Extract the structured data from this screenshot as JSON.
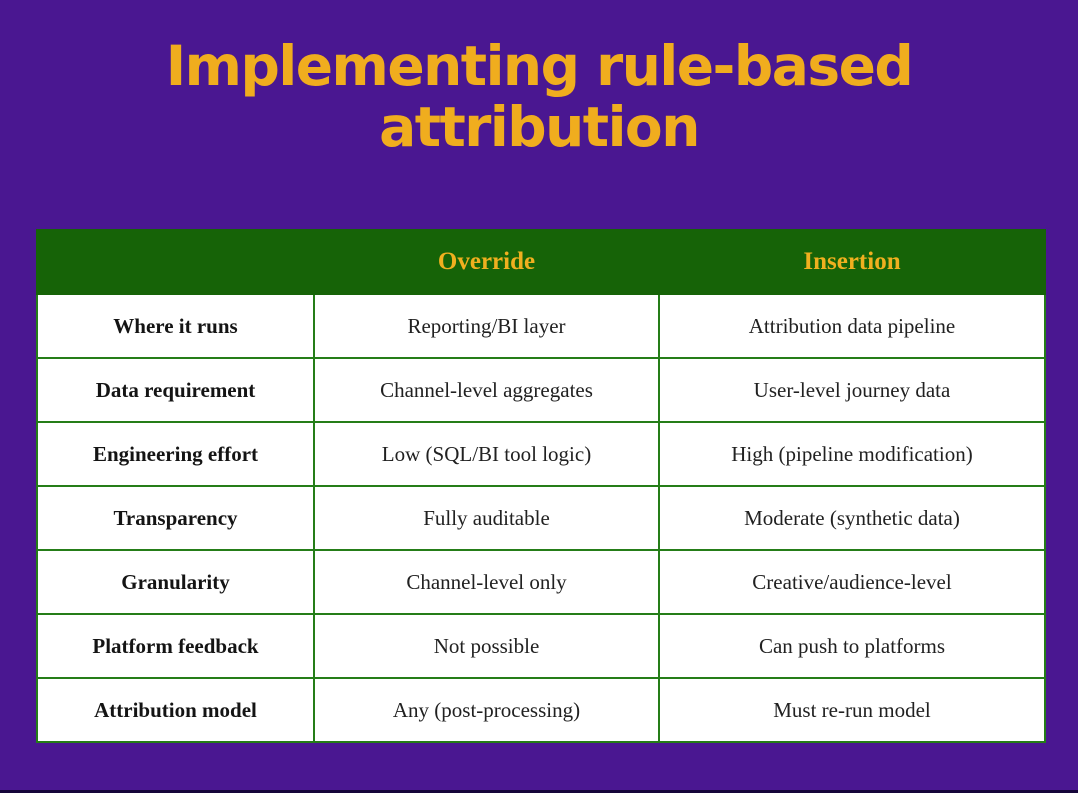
{
  "page": {
    "background_color": "#4A1791",
    "accent_gold": "#F0AD1E",
    "header_green": "#166307",
    "grid_green": "#257D18"
  },
  "title": {
    "text": "Implementing rule-based attribution"
  },
  "table": {
    "columns": {
      "label": "",
      "override": "Override",
      "insertion": "Insertion"
    },
    "rows": [
      {
        "label": "Where it runs",
        "override": "Reporting/BI layer",
        "insertion": "Attribution data pipeline"
      },
      {
        "label": "Data requirement",
        "override": "Channel-level aggregates",
        "insertion": "User-level journey data"
      },
      {
        "label": "Engineering effort",
        "override": "Low (SQL/BI tool logic)",
        "insertion": "High (pipeline modification)"
      },
      {
        "label": "Transparency",
        "override": "Fully auditable",
        "insertion": "Moderate (synthetic data)"
      },
      {
        "label": "Granularity",
        "override": "Channel-level only",
        "insertion": "Creative/audience-level"
      },
      {
        "label": "Platform feedback",
        "override": "Not possible",
        "insertion": "Can push to platforms"
      },
      {
        "label": "Attribution model",
        "override": "Any (post-processing)",
        "insertion": "Must re-run model"
      }
    ]
  }
}
